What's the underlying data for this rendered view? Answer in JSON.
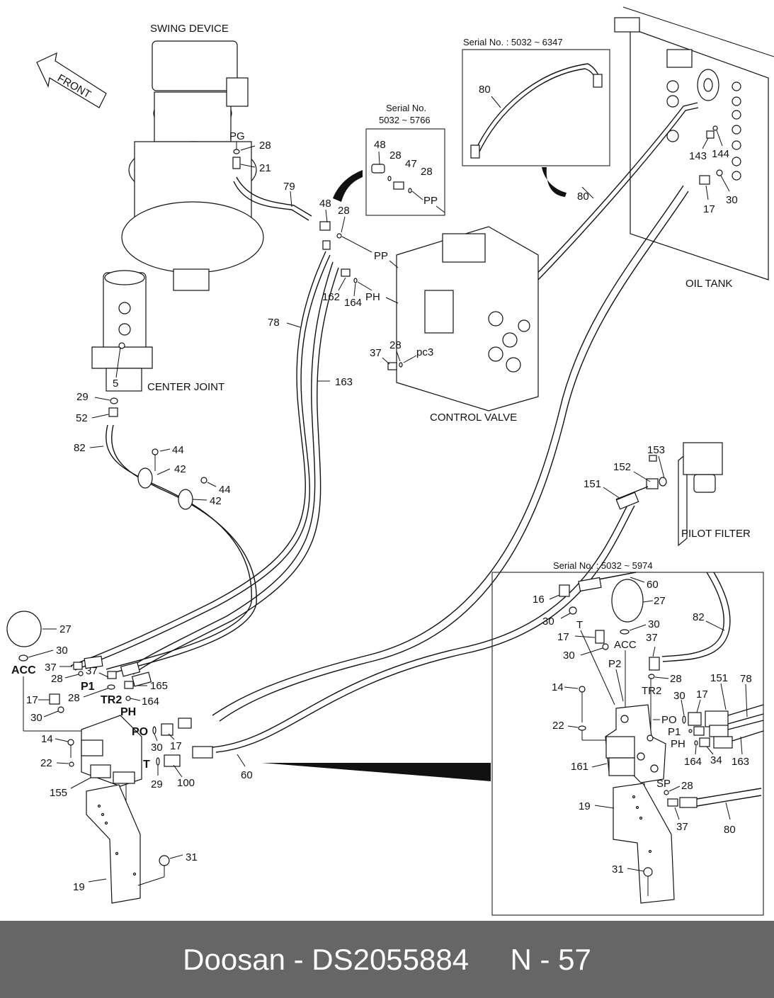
{
  "titles": {
    "swing_device": "SWING DEVICE",
    "center_joint": "CENTER JOINT",
    "control_valve": "CONTROL VALVE",
    "oil_tank": "OIL TANK",
    "pilot_filter": "PILOT FILTER",
    "front": "FRONT"
  },
  "insets": {
    "serial_a_line1": "Serial No.",
    "serial_a_line2": "5032 ~ 5766",
    "serial_b": "Serial No. : 5032 ~ 6347",
    "serial_c": "Serial No.  : 5032 ~ 5974"
  },
  "port_labels": {
    "pg": "PG",
    "pp": "PP",
    "ph": "PH",
    "pc3": "pc3",
    "acc": "ACC",
    "p1": "P1",
    "tr2": "TR2",
    "po": "PO",
    "t": "T",
    "p2": "P2",
    "sp": "SP"
  },
  "callouts": {
    "swing": [
      "28",
      "21",
      "79"
    ],
    "inset_a": [
      "48",
      "28",
      "47",
      "28"
    ],
    "inset_b": [
      "80"
    ],
    "valve_area": [
      "48",
      "28",
      "162",
      "164",
      "78",
      "163",
      "37",
      "28",
      "80"
    ],
    "oil_tank": [
      "143",
      "144",
      "17",
      "30"
    ],
    "center_joint": [
      "5",
      "29",
      "52",
      "82",
      "44",
      "42",
      "44",
      "42"
    ],
    "pilot_filter": [
      "153",
      "152",
      "151"
    ],
    "lower_left": [
      "27",
      "30",
      "37",
      "28",
      "37",
      "165",
      "28",
      "164",
      "17",
      "30",
      "14",
      "22",
      "155",
      "30",
      "17",
      "29",
      "100",
      "60",
      "31",
      "19"
    ],
    "inset_c": [
      "60",
      "16",
      "27",
      "30",
      "30",
      "17",
      "30",
      "82",
      "37",
      "28",
      "14",
      "151",
      "78",
      "30",
      "17",
      "22",
      "161",
      "164",
      "34",
      "163",
      "28",
      "19",
      "37",
      "80",
      "31"
    ]
  },
  "footer": {
    "text": "Doosan - DS2055884     N - 57"
  }
}
